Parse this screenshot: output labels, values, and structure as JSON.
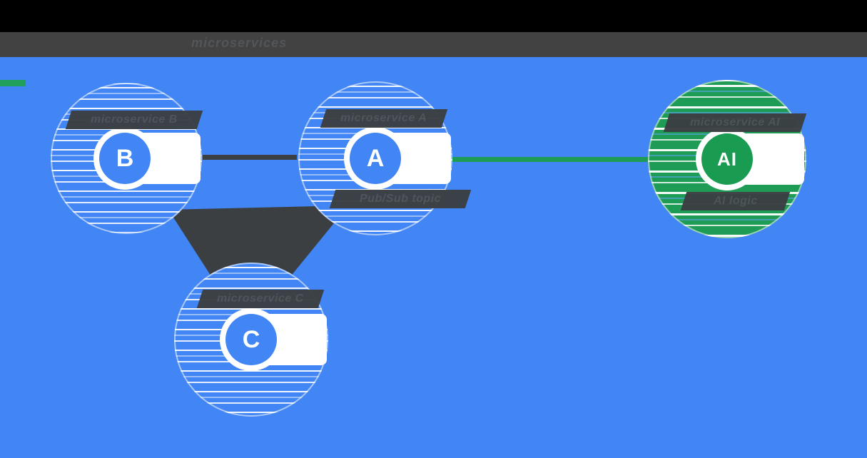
{
  "colors": {
    "background_blue": "#4285F4",
    "accent_green": "#1E9C56",
    "node_green": "#199B52",
    "bar_dark": "#3B3F42",
    "header_black": "#000000",
    "header_gray": "#424242",
    "white": "#FFFFFF"
  },
  "header": {
    "title": "microservices"
  },
  "diagram": {
    "nodes": [
      {
        "id": "B",
        "letter": "B",
        "label": "microservice B"
      },
      {
        "id": "A",
        "letter": "A",
        "label": "microservice A",
        "sublabel": "Pub/Sub topic"
      },
      {
        "id": "C",
        "letter": "C",
        "label": "microservice C"
      },
      {
        "id": "AI",
        "letter": "AI",
        "label": "microservice AI",
        "sublabel": "AI logic"
      }
    ],
    "connectors": [
      {
        "from": "B",
        "to": "A",
        "color": "#3B3F42"
      },
      {
        "from": "A",
        "to": "AI",
        "color": "#1E9C56"
      },
      {
        "from": "B",
        "to": "C",
        "color": "#3B3F42"
      },
      {
        "from": "C",
        "to": "A",
        "color": "#3B3F42"
      }
    ]
  }
}
